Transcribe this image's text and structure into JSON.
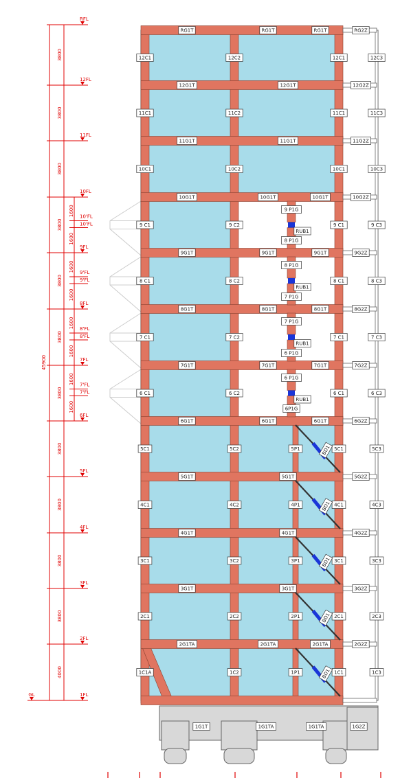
{
  "levels": [
    {
      "name": "RFL"
    },
    {
      "name": "12FL"
    },
    {
      "name": "11FL"
    },
    {
      "name": "10FL"
    },
    {
      "name": "9FL"
    },
    {
      "name": "8FL"
    },
    {
      "name": "7FL"
    },
    {
      "name": "6FL"
    },
    {
      "name": "5FL"
    },
    {
      "name": "4FL"
    },
    {
      "name": "3FL"
    },
    {
      "name": "2FL"
    },
    {
      "name": "1FL"
    }
  ],
  "gl_label": "GL",
  "total_height": "45900",
  "storey_dims": [
    "3800",
    "3800",
    "3800",
    "3800",
    "3800",
    "3800",
    "3800",
    "3800",
    "3800",
    "3800",
    "3800",
    "4000"
  ],
  "sub_dims": [
    "1600",
    "1600"
  ],
  "mid_levels": [
    {
      "a": "10'FL",
      "b": "10'FL"
    },
    {
      "a": "9'FL",
      "b": "9'FL"
    },
    {
      "a": "8'FL",
      "b": "8'FL"
    },
    {
      "a": "7'FL",
      "b": "7'FL"
    }
  ],
  "colors": {
    "infill": "#a8dcea",
    "beam": "#e07560",
    "dim": "#e00000",
    "damper": "#1a35d8",
    "foundation": "#d8d8d8",
    "ghost": "#cccccc"
  },
  "beam_labels": {
    "RF": [
      "RG1T",
      "RG1T",
      "RG1T",
      "RG2Z"
    ],
    "12F": [
      "12G1T",
      "12G1T",
      "12G2Z"
    ],
    "11F": [
      "11G1T",
      "11G1T",
      "11G2Z"
    ],
    "10F": [
      "10G1T",
      "10G1T",
      "10G1T",
      "10G2Z"
    ],
    "9F": [
      "9G1T",
      "9G1T",
      "9G1T",
      "9G2Z"
    ],
    "8F": [
      "8G1T",
      "8G1T",
      "8G1T",
      "8G2Z"
    ],
    "7F": [
      "7G1T",
      "7G1T",
      "7G1T",
      "7G2Z"
    ],
    "6F": [
      "6G1T",
      "6G1T",
      "6G1T",
      "6G2Z"
    ],
    "5F": [
      "5G1T",
      "5G1T",
      "5G2Z"
    ],
    "4F": [
      "4G1T",
      "4G1T",
      "4G2Z"
    ],
    "3F": [
      "3G1T",
      "3G1T",
      "3G2Z"
    ],
    "2F": [
      "2G1TA",
      "2G1TA",
      "2G1TA",
      "2G2Z"
    ],
    "1F": [
      "1G1T",
      "1G1TA",
      "1G1TA",
      "1G2Z"
    ]
  },
  "column_labels": {
    "12": [
      "12C1",
      "12C2",
      "12C1",
      "12C3"
    ],
    "11": [
      "11C1",
      "11C2",
      "11C1",
      "11C3"
    ],
    "10": [
      "10C1",
      "10C2",
      "10C1",
      "10C3"
    ],
    "9": [
      "9 C1",
      "9 C2",
      "9 C1",
      "9 C3"
    ],
    "8": [
      "8 C1",
      "8 C2",
      "8 C1",
      "8 C3"
    ],
    "7": [
      "7 C1",
      "7 C2",
      "7 C1",
      "7 C3"
    ],
    "6": [
      "6 C1",
      "6 C2",
      "6 C1",
      "6 C3"
    ],
    "5": [
      "5C1",
      "5C2",
      "5P1",
      "5C1",
      "5C3"
    ],
    "4": [
      "4C1",
      "4C2",
      "4P1",
      "4C1",
      "4C3"
    ],
    "3": [
      "3C1",
      "3C2",
      "3P1",
      "3C1",
      "3C3"
    ],
    "2": [
      "2C1",
      "2C2",
      "2P1",
      "2C1",
      "2C3"
    ],
    "1": [
      "1C1A",
      "1C2",
      "1P1",
      "1C1",
      "1C3"
    ]
  },
  "isolator_labels": {
    "9": [
      "9 P1G",
      "RUB1",
      "8 P1G"
    ],
    "8": [
      "8 P1G",
      "RUB1",
      "7 P1G"
    ],
    "7": [
      "7 P1G",
      "RUB1",
      "6 P1G"
    ],
    "6": [
      "6 P1G",
      "RUB1",
      "6P1G"
    ]
  },
  "brace_labels": [
    "BD1",
    "BD1",
    "BD1",
    "BD1",
    "BD1"
  ]
}
